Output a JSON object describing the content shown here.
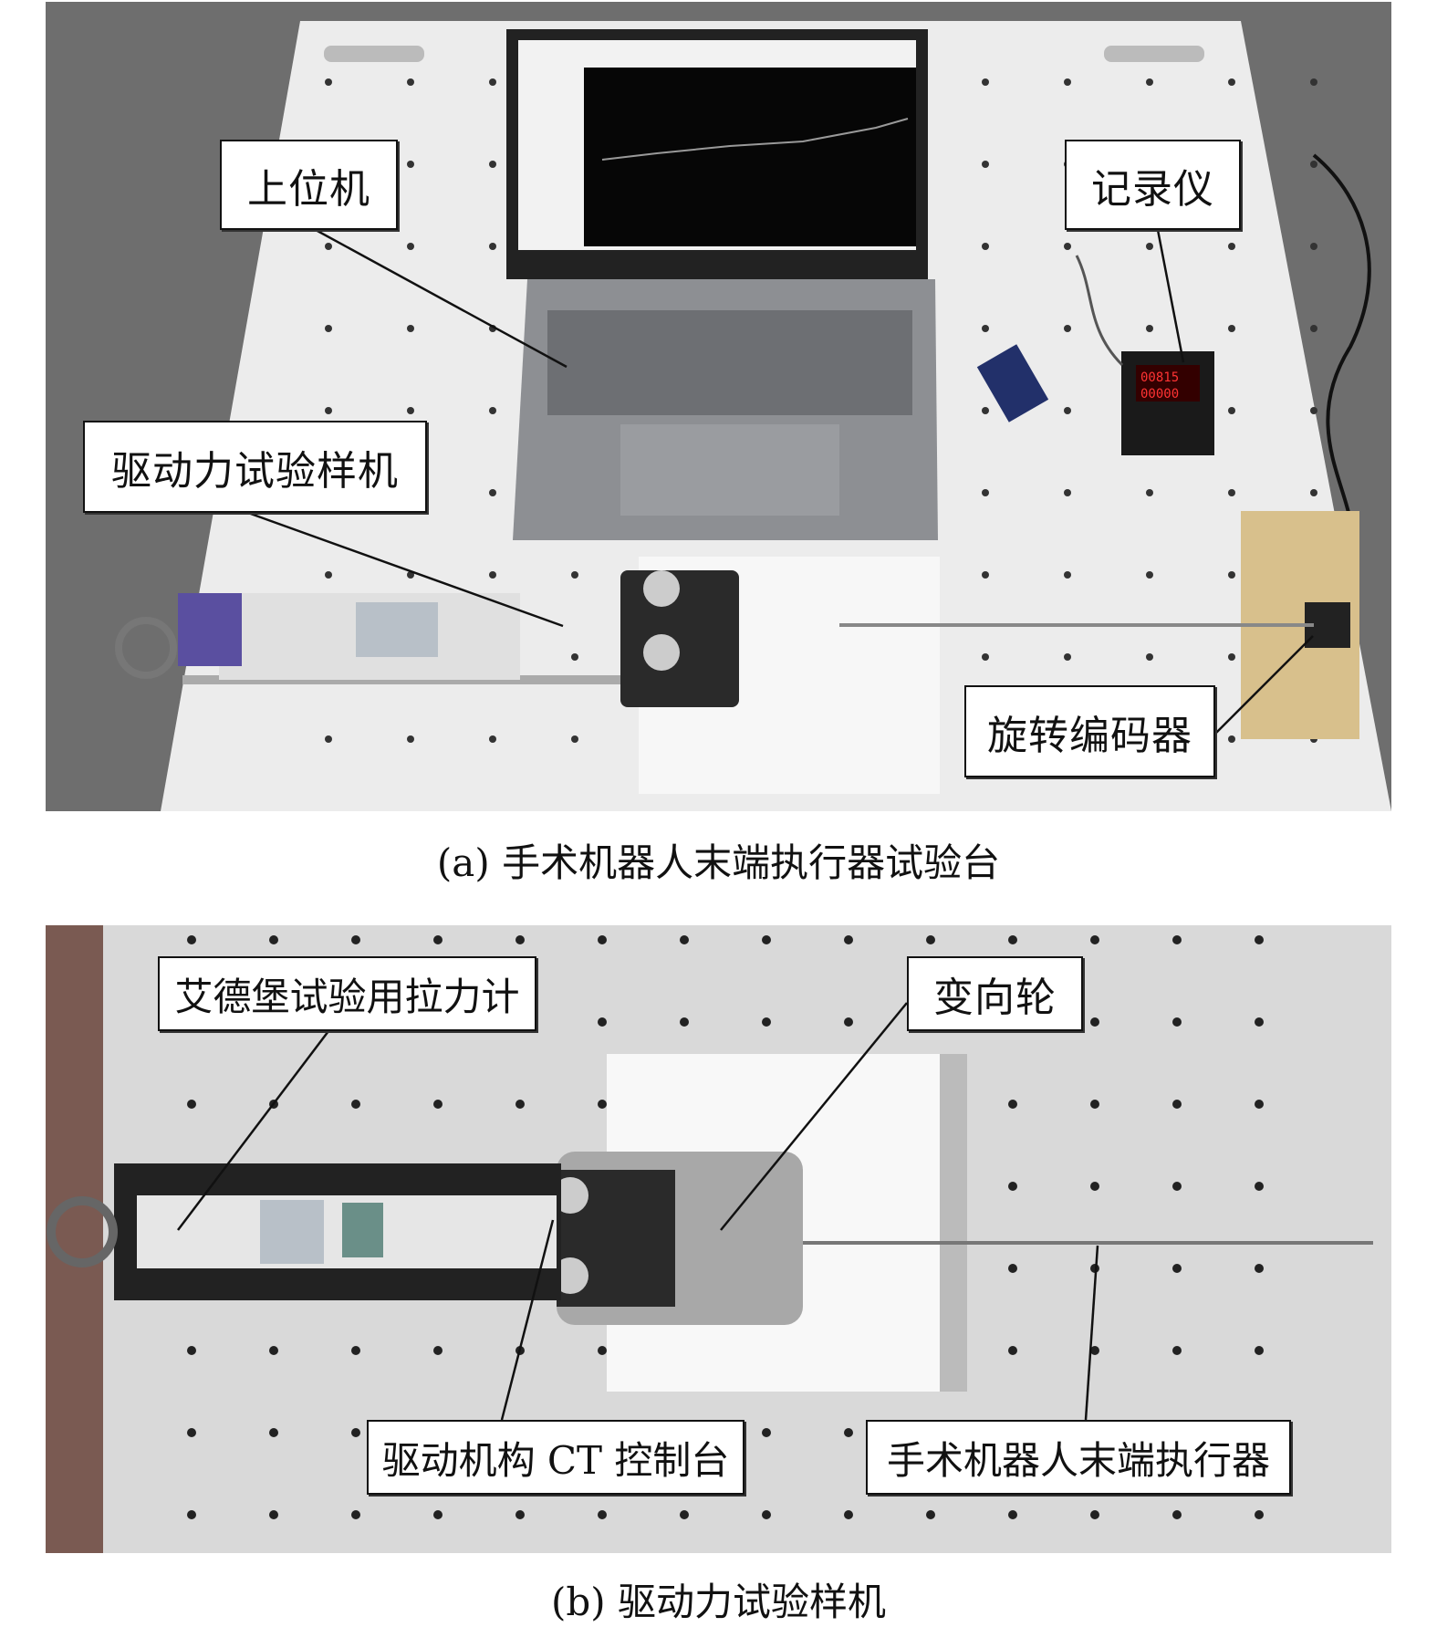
{
  "figure_a": {
    "caption": "(a) 手术机器人末端执行器试验台",
    "labels": {
      "host_computer": "上位机",
      "recorder": "记录仪",
      "drive_force_prototype": "驱动力试验样机",
      "rotary_encoder": "旋转编码器"
    }
  },
  "figure_b": {
    "caption": "(b) 驱动力试验样机",
    "labels": {
      "force_gauge": "艾德堡试验用拉力计",
      "reversing_wheel": "变向轮",
      "ct_console": "驱动机构 CT 控制台",
      "end_effector": "手术机器人末端执行器"
    }
  },
  "colors": {
    "board": "#ececec",
    "background_a": "#6e6e6e",
    "background_b": "#d9d9d9"
  }
}
